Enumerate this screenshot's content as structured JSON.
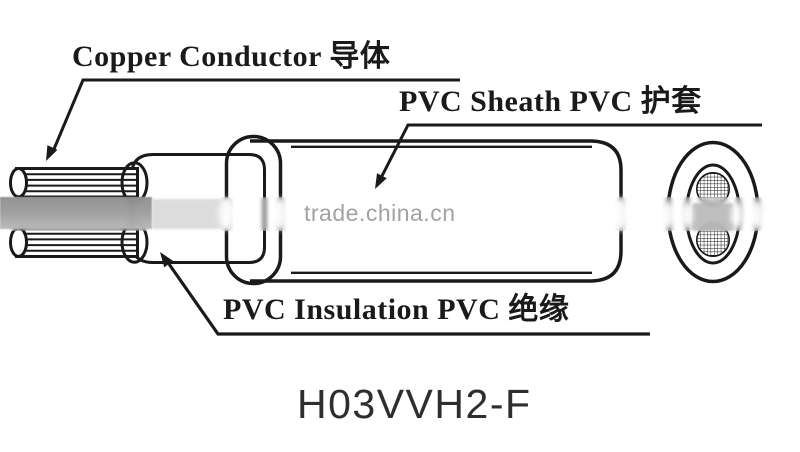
{
  "diagram": {
    "labels": {
      "copper": "Copper Conductor 导体",
      "sheath": "PVC Sheath PVC 护套",
      "insulation": "PVC Insulation PVC 绝缘"
    },
    "title": "H03VVH2-F",
    "watermark": "trade.china.cn",
    "colors": {
      "ink": "#1a1a1a",
      "title_text": "#2e2e2e",
      "watermark_text": "#a2a2a2",
      "watermark_band": "#9c9c9c",
      "background": "#ffffff"
    }
  }
}
